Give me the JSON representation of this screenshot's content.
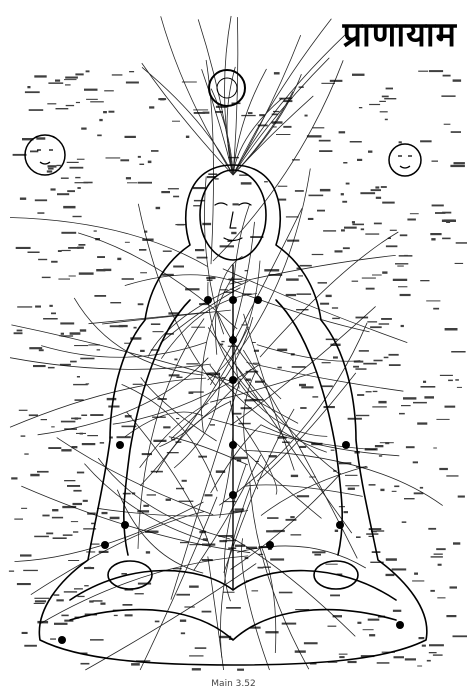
{
  "title": "प्राणायाम",
  "footer_note": "Main 3.52",
  "illustration": {
    "subject": "seated-figure-with-nadis",
    "icons": [
      "moon-face-icon",
      "sun-face-icon",
      "crown-lotus-icon",
      "chakra-dot-icon"
    ],
    "colors": {
      "ink": "#000000",
      "paper": "#ffffff"
    }
  }
}
